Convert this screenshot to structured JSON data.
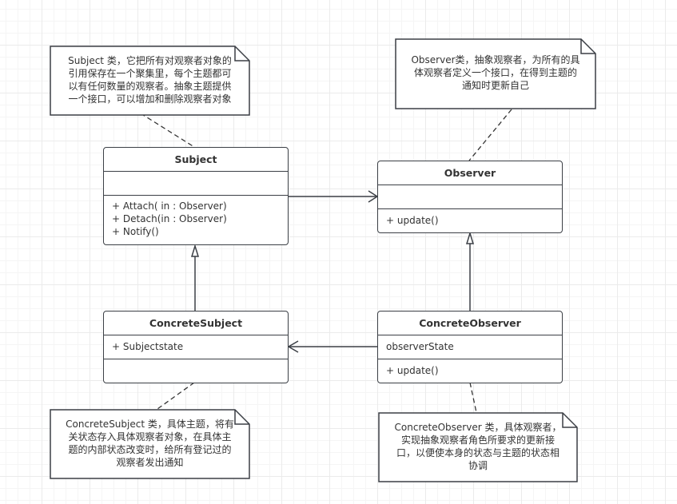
{
  "diagram": {
    "type": "UML class diagram - Observer pattern",
    "classes": {
      "subject": {
        "name": "Subject",
        "attributes": [],
        "methods": [
          "+ Attach( in : Observer)",
          "+ Detach(in : Observer)",
          "+ Notify()"
        ]
      },
      "observer": {
        "name": "Observer",
        "attributes": [],
        "methods": [
          "+ update()"
        ]
      },
      "concrete_subject": {
        "name": "ConcreteSubject",
        "attributes": [
          "+ Subjectstate"
        ],
        "methods": []
      },
      "concrete_observer": {
        "name": "ConcreteObserver",
        "attributes": [
          "observerState"
        ],
        "methods": [
          "+ update()"
        ]
      }
    },
    "notes": {
      "subject_note": [
        "Subject 类，它把所有对观察者对象的",
        "引用保存在一个聚集里，每个主题都可",
        "以有任何数量的观察者。抽象主题提供",
        "一个接口，可以增加和删除观察者对象"
      ],
      "observer_note": [
        "Observer类，抽象观察者，为所有的具",
        "体观察者定义一个接口，在得到主题的",
        "通知时更新自己"
      ],
      "concrete_subject_note": [
        "ConcreteSubject 类，具体主题，将有",
        "关状态存入具体观察者对象，在具体主",
        "题的内部状态改变时，给所有登记过的",
        "观察者发出通知"
      ],
      "concrete_observer_note": [
        "ConcreteObserver 类，具体观察者，",
        "实现抽象观察者角色所要求的更新接",
        "口，以便使本身的状态与主题的状态相",
        "协调"
      ]
    },
    "relationships": [
      {
        "from": "Subject",
        "to": "Observer",
        "kind": "association"
      },
      {
        "from": "ConcreteSubject",
        "to": "Subject",
        "kind": "generalization"
      },
      {
        "from": "ConcreteObserver",
        "to": "Observer",
        "kind": "generalization"
      },
      {
        "from": "ConcreteObserver",
        "to": "ConcreteSubject",
        "kind": "association"
      }
    ],
    "colors": {
      "stroke": "#3b3f45",
      "text": "#333333",
      "grid": "#ebebeb"
    }
  }
}
